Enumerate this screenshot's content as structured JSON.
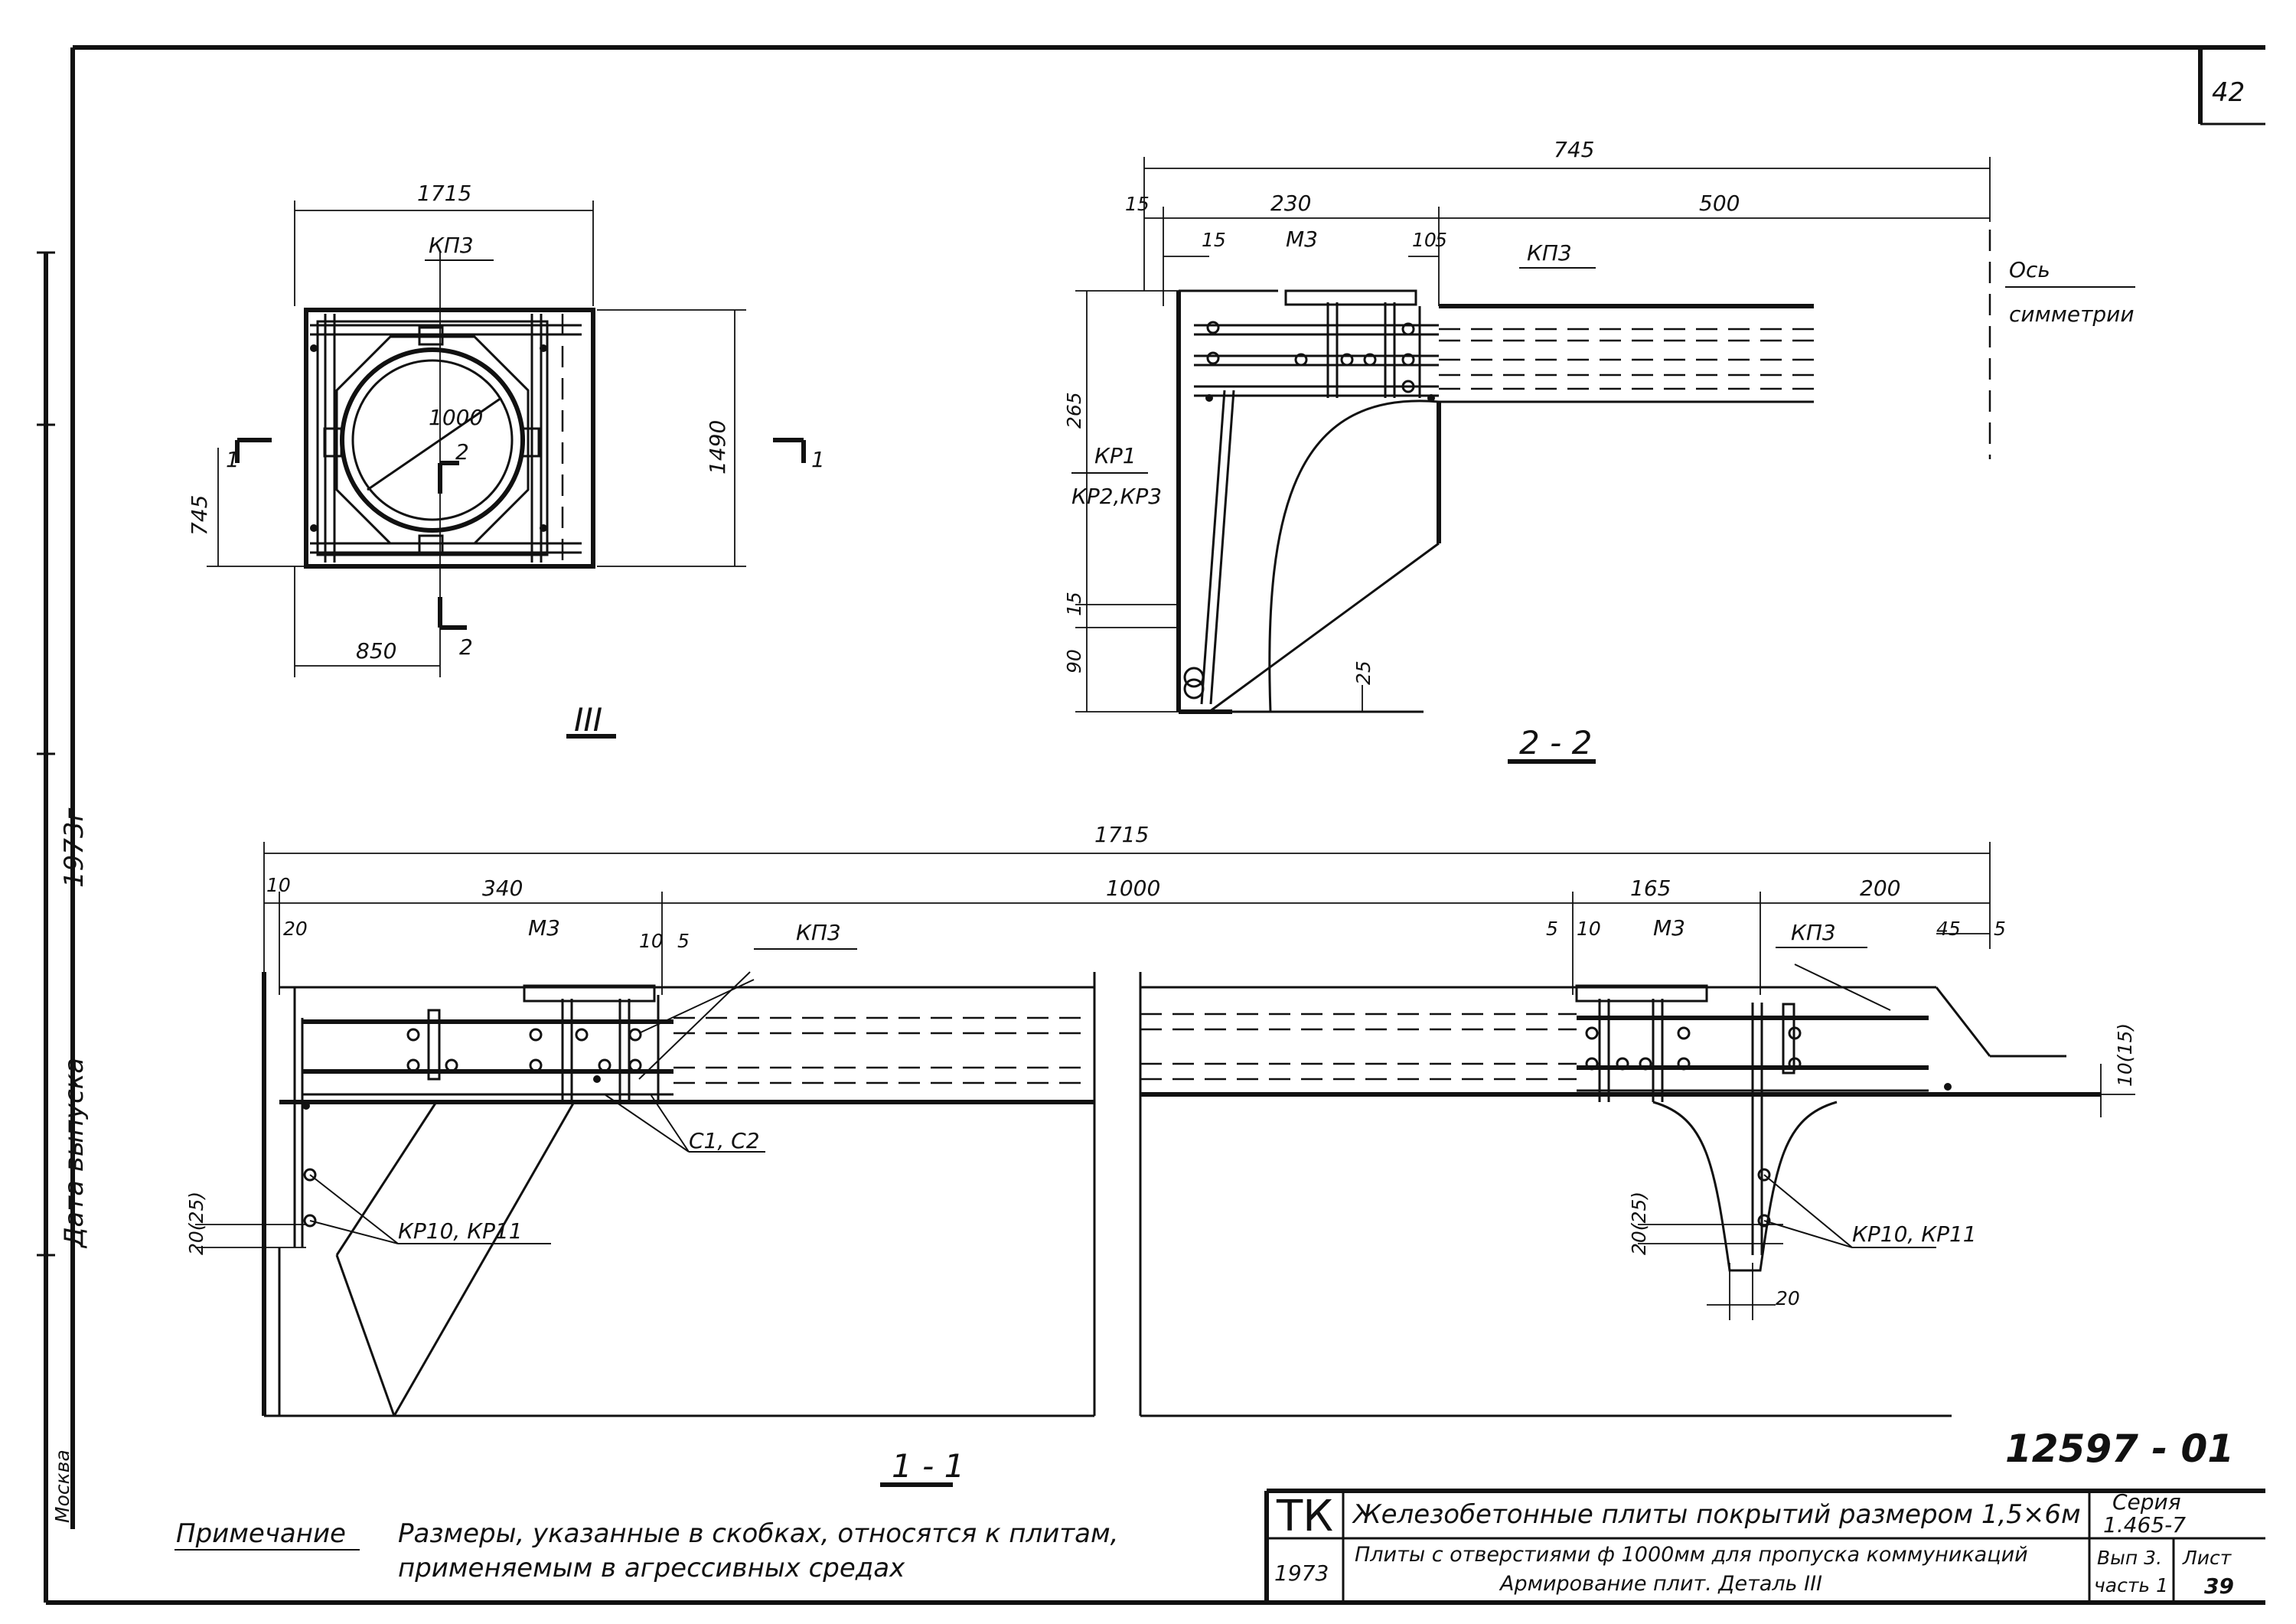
{
  "sheet": {
    "page_number": "42",
    "side_label": "Дата выпуска",
    "side_year": "1973г",
    "side_bottom": "Москва",
    "drawing_code": "12597 - 01"
  },
  "view_III": {
    "title": "III",
    "dim_top": "1715",
    "label_top": "КП3",
    "dim_right": "1490",
    "dim_left": "745",
    "dim_bottom": "850",
    "hole_dim": "1000",
    "section_1": "1",
    "section_2": "2"
  },
  "section_2_2": {
    "title": "2 - 2",
    "d745": "745",
    "d15a": "15",
    "d230": "230",
    "d500": "500",
    "d15b": "15",
    "d10": "10",
    "d5": "5",
    "m3": "М3",
    "kp3": "КП3",
    "axis_1": "Ось",
    "axis_2": "симметрии",
    "d265": "265",
    "kp1": "КР1",
    "kp23": "КР2,КР3",
    "d15c": "15",
    "d90": "90",
    "d25": "25"
  },
  "section_1_1": {
    "title": "1 - 1",
    "d1715": "1715",
    "d10a": "10",
    "d340": "340",
    "d1000": "1000",
    "d165": "165",
    "d200": "200",
    "d20a": "20",
    "m3a": "М3",
    "d10b": "10",
    "d5a": "5",
    "kp3a": "КП3",
    "d5b": "5",
    "d10c": "10",
    "m3b": "М3",
    "kp3b": "КП3",
    "d45": "45",
    "d5c": "5",
    "d10_15": "10(15)",
    "c1c2": "С1, С2",
    "d20_25a": "20(25)",
    "kp10a": "КР10, КР11",
    "d20_25b": "20(25)",
    "kp10b": "КР10, КР11",
    "d20b": "20"
  },
  "note": {
    "heading": "Примечание",
    "line1": "Размеры, указанные в скобках, относятся к плитам,",
    "line2": "применяемым в агрессивных средах"
  },
  "title_block": {
    "tk": "ТК",
    "year": "1973",
    "title_line1": "Железобетонные плиты покрытий размером 1,5×6м",
    "title_line2": "Плиты с отверстиями ф 1000мм для пропуска коммуникаций",
    "title_line3": "Армирование плит. Деталь III",
    "series_label": "Серия",
    "series_value": "1.465-7",
    "issue": "Вып 3.",
    "part": "часть 1",
    "sheet_label": "Лист",
    "sheet_number": "39"
  }
}
